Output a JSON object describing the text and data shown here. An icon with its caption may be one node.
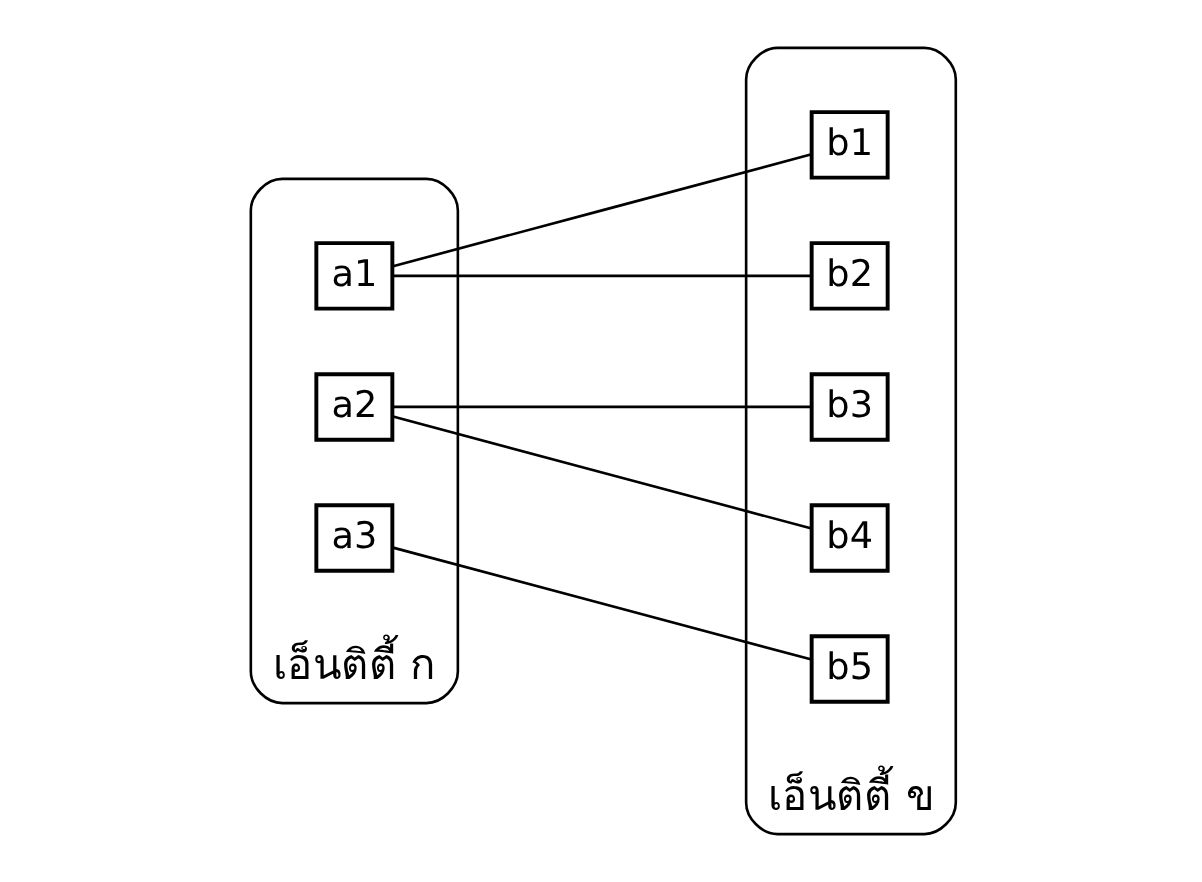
{
  "diagram": {
    "nodes": [
      {
        "text": [
          "เอ็นติตี้ ก"
        ]
      },
      {
        "text": [
          "a1"
        ],
        "in": 0
      },
      {
        "text": [
          "a2"
        ],
        "in": 0
      },
      {
        "text": [
          "a3"
        ],
        "in": 0
      },
      {
        "text": [
          "เอ็นติตี้ ข"
        ]
      },
      {
        "text": [
          "b1"
        ],
        "in": 4
      },
      {
        "text": [
          "b2"
        ],
        "in": 4
      },
      {
        "text": [
          "b3"
        ],
        "in": 4
      },
      {
        "text": [
          "b4"
        ],
        "in": 4
      },
      {
        "text": [
          "b5"
        ],
        "in": 4
      }
    ],
    "edges": [
      {
        "from": 1,
        "to": 5,
        "arrow": "none"
      },
      {
        "from": 1,
        "to": 6,
        "arrow": "none"
      },
      {
        "from": 2,
        "to": 7,
        "arrow": "none"
      },
      {
        "from": 2,
        "to": 8,
        "arrow": "none"
      },
      {
        "from": 3,
        "to": 9,
        "arrow": "none"
      }
    ]
  }
}
